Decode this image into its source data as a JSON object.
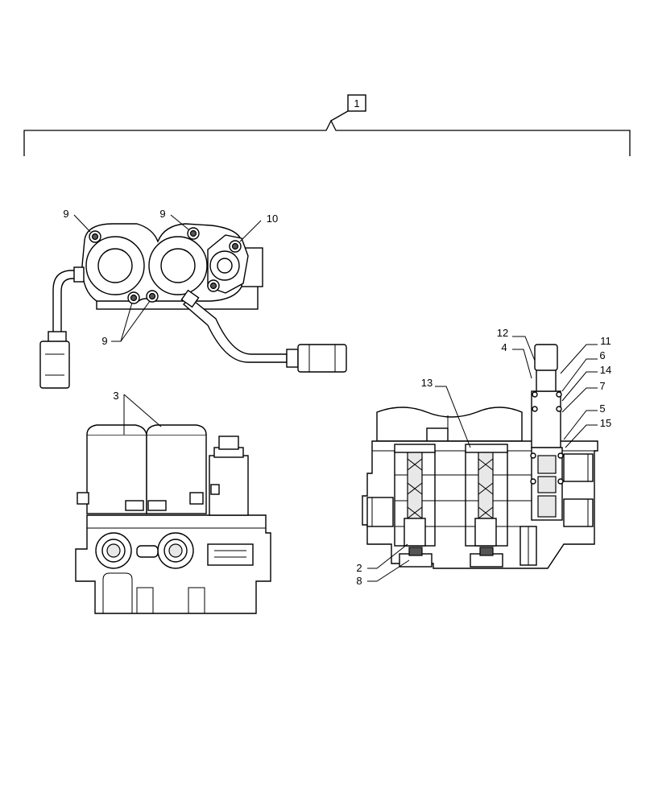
{
  "callouts": {
    "assembly": "1",
    "c2": "2",
    "c3": "3",
    "c4": "4",
    "c5": "5",
    "c6": "6",
    "c7": "7",
    "c8": "8",
    "c9": "9",
    "c10": "10",
    "c11": "11",
    "c12": "12",
    "c13": "13",
    "c14": "14",
    "c15": "15"
  }
}
